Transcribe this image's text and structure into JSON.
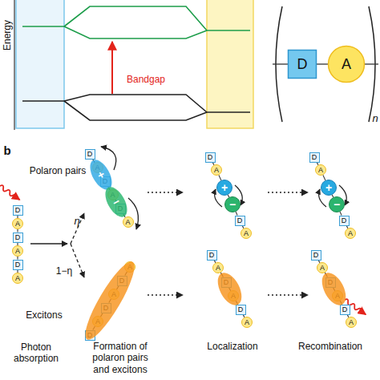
{
  "diagram": {
    "nodes": [
      {
        "text": [
          "D"
        ]
      },
      {
        "text": [
          "A"
        ]
      },
      {
        "text": [
          "D"
        ]
      },
      {
        "text": [
          "A"
        ]
      },
      {
        "text": [
          "D"
        ]
      },
      {
        "text": [
          "A"
        ]
      },
      {
        "text": [
          "D"
        ]
      },
      {
        "text": [
          "A"
        ]
      },
      {
        "text": [
          "D"
        ]
      },
      {
        "text": [
          "A"
        ]
      },
      {
        "text": [
          "D"
        ]
      },
      {
        "text": [
          "A"
        ]
      },
      {
        "text": [
          "D"
        ]
      },
      {
        "text": [
          "A"
        ]
      },
      {
        "text": [
          "+"
        ]
      },
      {
        "text": [
          "−"
        ]
      },
      {
        "text": [
          "D"
        ]
      },
      {
        "text": [
          "A"
        ]
      },
      {
        "text": [
          "D"
        ]
      },
      {
        "text": [
          "A"
        ]
      },
      {
        "text": [
          "D"
        ]
      },
      {
        "text": [
          "A"
        ]
      },
      {
        "text": [
          "D"
        ]
      },
      {
        "text": [
          "A"
        ]
      },
      {
        "text": [
          "+"
        ]
      },
      {
        "text": [
          "−"
        ]
      },
      {
        "text": [
          "D"
        ]
      },
      {
        "text": [
          "A"
        ]
      },
      {
        "text": [
          "D"
        ]
      },
      {
        "text": [
          "A"
        ]
      },
      {
        "text": [
          "+"
        ]
      },
      {
        "text": [
          "−"
        ]
      },
      {
        "text": [
          "D"
        ]
      },
      {
        "text": [
          "A"
        ]
      },
      {
        "text": [
          "D"
        ]
      },
      {
        "text": [
          "A"
        ]
      },
      {
        "text": [
          "D"
        ]
      },
      {
        "text": [
          "A"
        ]
      },
      {
        "text": [
          "D"
        ]
      },
      {
        "text": [
          "A"
        ]
      },
      {
        "text": [
          "D"
        ]
      },
      {
        "text": [
          "A"
        ]
      },
      {
        "text": [
          "D"
        ]
      },
      {
        "text": [
          "A"
        ]
      },
      {
        "text": [
          "D"
        ]
      },
      {
        "text": [
          "A"
        ]
      }
    ],
    "edges": [
      {
        "from": 0,
        "to": 1,
        "arrow": "none"
      },
      {
        "from": 2,
        "to": 3,
        "arrow": "none"
      },
      {
        "from": 3,
        "to": 4,
        "arrow": "none"
      },
      {
        "from": 4,
        "to": 5,
        "arrow": "none"
      },
      {
        "from": 5,
        "to": 6,
        "arrow": "none"
      },
      {
        "from": 6,
        "to": 7,
        "arrow": "none"
      },
      {
        "from": 8,
        "to": 9,
        "arrow": "none"
      },
      {
        "from": 9,
        "to": 10,
        "arrow": "none"
      },
      {
        "from": 10,
        "to": 11,
        "arrow": "none"
      },
      {
        "from": 11,
        "to": 12,
        "arrow": "none"
      },
      {
        "from": 12,
        "to": 13,
        "arrow": "none"
      },
      {
        "from": 16,
        "to": 17,
        "arrow": "none"
      },
      {
        "from": 17,
        "to": 18,
        "arrow": "none"
      },
      {
        "from": 18,
        "to": 19,
        "arrow": "none"
      },
      {
        "from": 19,
        "to": 20,
        "arrow": "none"
      },
      {
        "from": 20,
        "to": 21,
        "arrow": "none"
      },
      {
        "from": 22,
        "to": 23,
        "arrow": "none"
      },
      {
        "from": 23,
        "to": 24,
        "arrow": "none"
      },
      {
        "from": 24,
        "to": 25,
        "arrow": "none"
      },
      {
        "from": 25,
        "to": 26,
        "arrow": "none"
      },
      {
        "from": 26,
        "to": 27,
        "arrow": "none"
      },
      {
        "from": 28,
        "to": 29,
        "arrow": "none"
      },
      {
        "from": 29,
        "to": 30,
        "arrow": "none"
      },
      {
        "from": 30,
        "to": 31,
        "arrow": "none"
      },
      {
        "from": 31,
        "to": 32,
        "arrow": "none"
      },
      {
        "from": 32,
        "to": 33,
        "arrow": "none"
      },
      {
        "from": 34,
        "to": 35,
        "arrow": "none"
      },
      {
        "from": 35,
        "to": 36,
        "arrow": "none"
      },
      {
        "from": 36,
        "to": 37,
        "arrow": "none"
      },
      {
        "from": 37,
        "to": 38,
        "arrow": "none"
      },
      {
        "from": 38,
        "to": 39,
        "arrow": "none"
      },
      {
        "from": 40,
        "to": 41,
        "arrow": "none"
      },
      {
        "from": 41,
        "to": 42,
        "arrow": "none"
      },
      {
        "from": 42,
        "to": 43,
        "arrow": "none"
      },
      {
        "from": 43,
        "to": 44,
        "arrow": "none"
      },
      {
        "from": 44,
        "to": 45,
        "arrow": "none"
      }
    ],
    "labels": [
      "Energy",
      "Bandgap",
      "n",
      "b",
      "Polaron pairs",
      "η",
      "1−η",
      "Excitons",
      "Photon absorption",
      "Formation of polaron pairs and excitons",
      "Localization",
      "Recombination"
    ]
  }
}
